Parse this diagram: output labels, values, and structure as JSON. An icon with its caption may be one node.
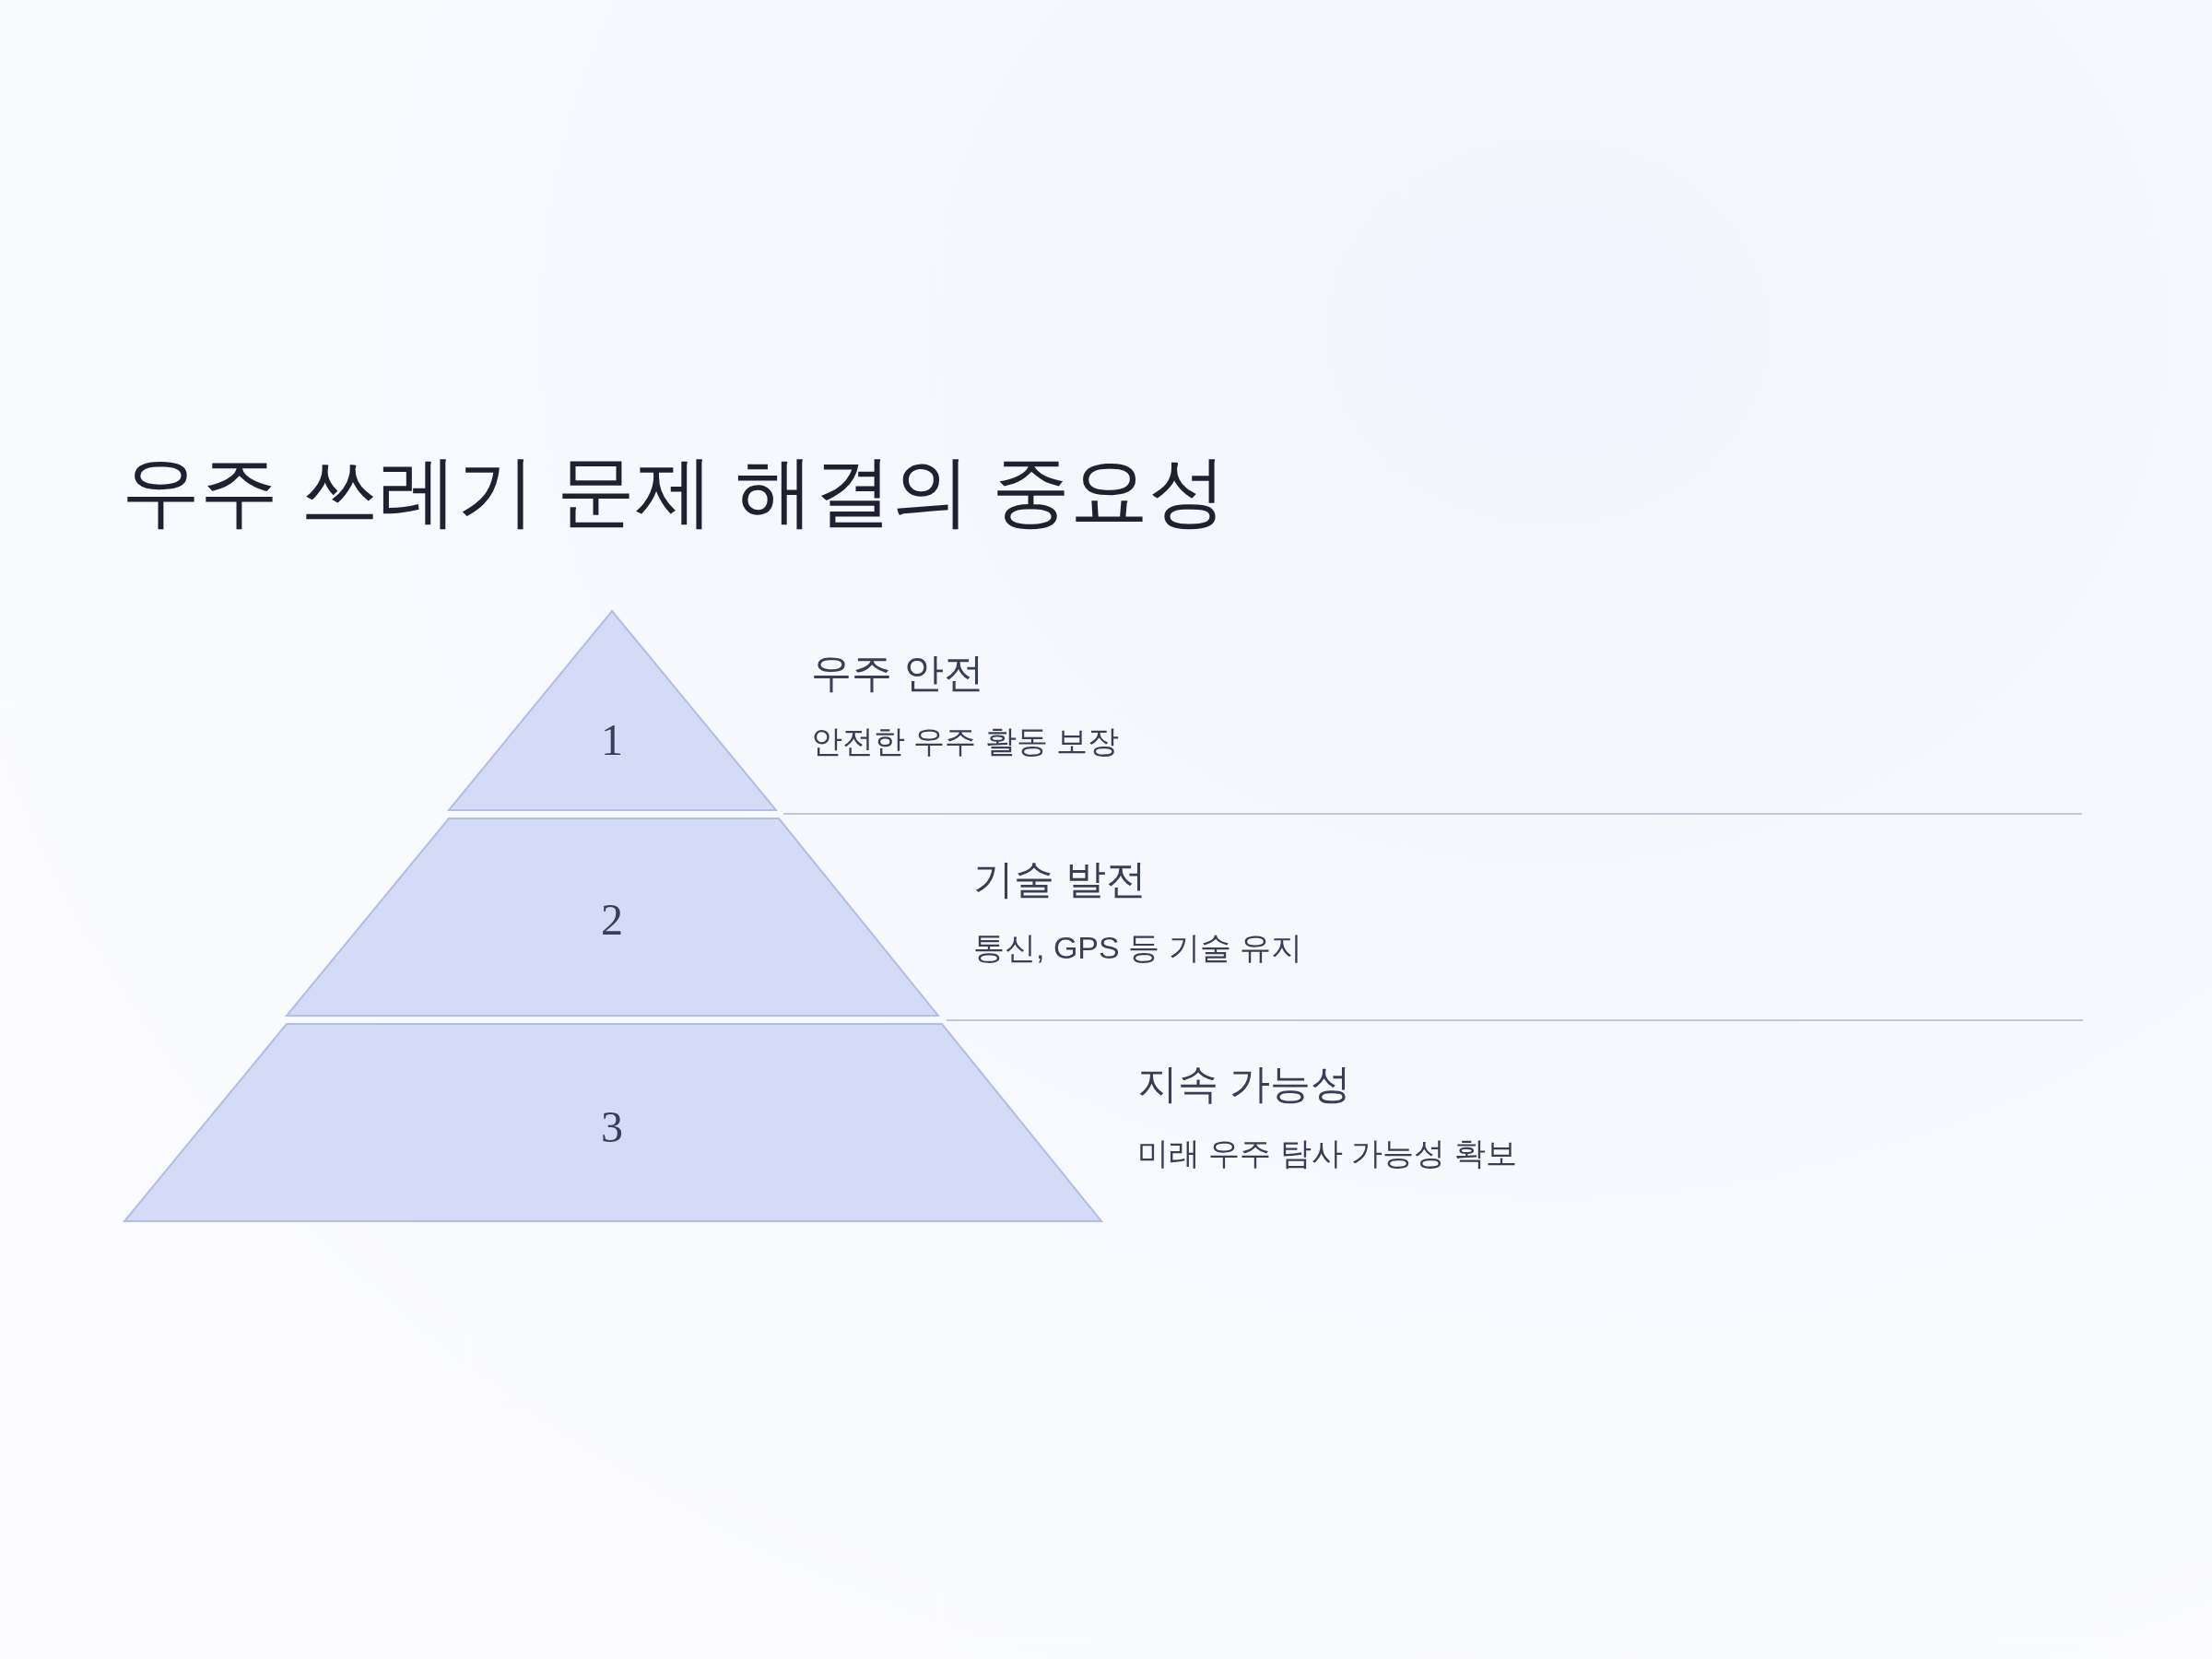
{
  "diagram": {
    "title": "우주 쓰레기 문제 해결의 중요성",
    "nodes": [
      {
        "text": [
          "1"
        ],
        "beside": [
          "우주 안전",
          "안전한 우주 활동 보장"
        ]
      },
      {
        "text": [
          "2"
        ],
        "beside": [
          "기술 발전",
          "통신, GPS 등 기술 유지"
        ]
      },
      {
        "text": [
          "3"
        ],
        "beside": [
          "지속 가능성",
          "미래 우주 탐사 가능성 확보"
        ]
      }
    ]
  }
}
